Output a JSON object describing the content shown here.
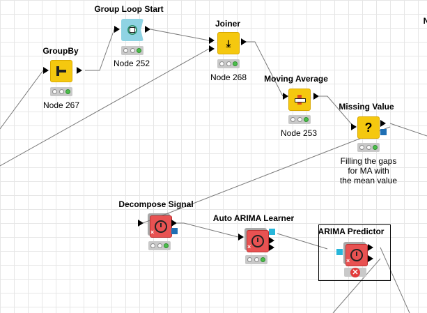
{
  "nodes": {
    "group_loop_start": {
      "title": "Group Loop Start",
      "label": "Node 252"
    },
    "groupby": {
      "title": "GroupBy",
      "label": "Node 267"
    },
    "joiner": {
      "title": "Joiner",
      "label": "Node 268"
    },
    "moving_average": {
      "title": "Moving Average",
      "label": "Node 253"
    },
    "missing_value": {
      "title": "Missing Value",
      "label_lines": [
        "Filling the gaps",
        "for MA with",
        "the mean value"
      ]
    },
    "decompose_signal": {
      "title": "Decompose Signal"
    },
    "auto_arima_learner": {
      "title": "Auto ARIMA Learner"
    },
    "arima_predictor": {
      "title": "ARIMA Predictor"
    },
    "cut_off": {
      "title": "N"
    }
  },
  "icons": {
    "groupby": "groupby-icon",
    "loop": "loop-start-icon",
    "joiner": "joiner-icon",
    "moving_average": "moving-average-icon",
    "missing": "question-mark-icon",
    "timeseries": "clock-icon",
    "error": "error-x-icon"
  },
  "glyphs": {
    "question": "?",
    "error": "✕"
  },
  "colors": {
    "yellow_node": "#f5c80f",
    "red_node": "#e85252",
    "loop_node": "#8fd3e3",
    "status_green": "#4cbe4c",
    "status_error": "#e23b3b",
    "port_blue": "#1e6fb4",
    "port_cyan": "#27b6da"
  }
}
